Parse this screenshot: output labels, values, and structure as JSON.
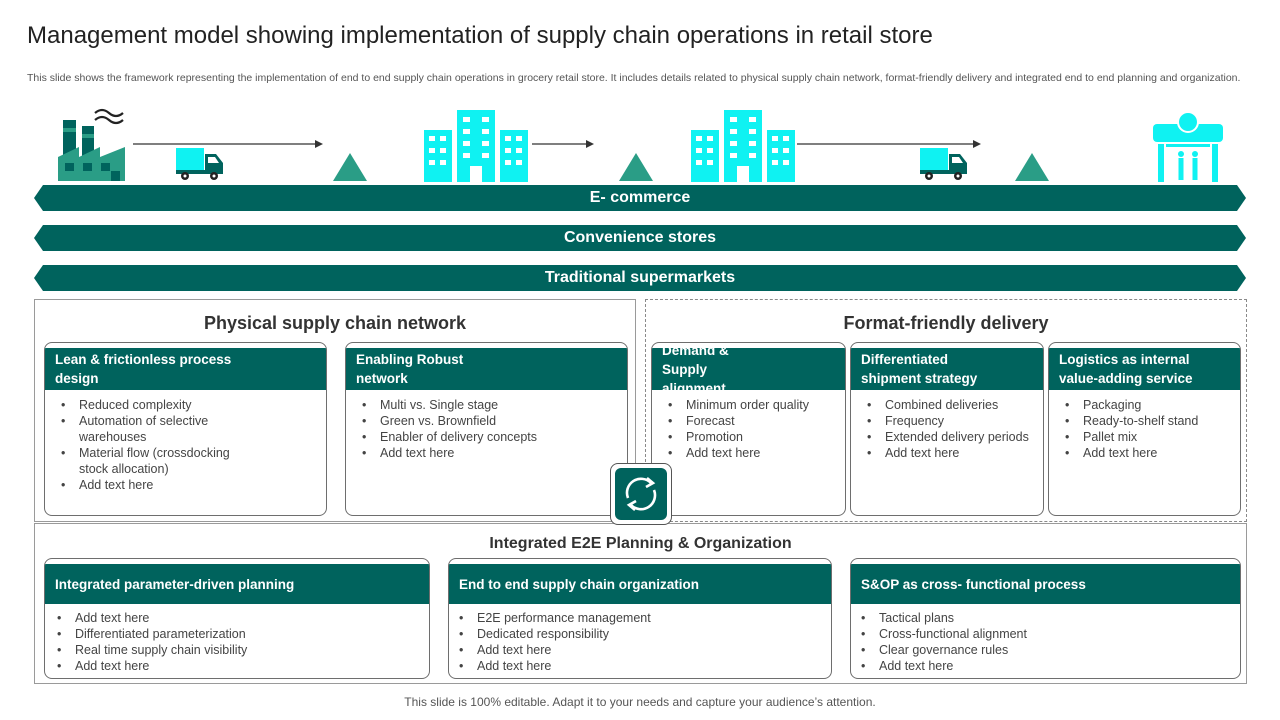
{
  "title": "Management model showing implementation of supply chain operations in retail store",
  "subtitle": "This slide shows the framework representing the implementation of end to end supply chain operations in grocery retail store. It includes details related to physical supply chain network, format-friendly delivery and integrated end to end planning and organization.",
  "colors": {
    "teal": "#00635d",
    "aqua": "#0ff2f2",
    "triangle": "#2a9d86",
    "gray_border": "#9a9a9a"
  },
  "icons": [
    "factory-icon",
    "truck-icon",
    "buildings-icon",
    "store-icon",
    "triangle-icon"
  ],
  "bands": [
    "E- commerce",
    "Convenience stores",
    "Traditional supermarkets"
  ],
  "physical": {
    "title": "Physical supply chain network",
    "cards": [
      {
        "title": "Lean & frictionless process design",
        "items": [
          "Reduced complexity",
          "Automation of selective warehouses",
          "Material flow (crossdocking stock allocation)",
          "Add text here"
        ]
      },
      {
        "title": "Enabling Robust network",
        "items": [
          "Multi vs. Single stage",
          "Green vs. Brownfield",
          "Enabler of delivery concepts",
          "Add text here"
        ]
      }
    ]
  },
  "format": {
    "title": "Format-friendly delivery",
    "cards": [
      {
        "title": "Demand & Supply alignment",
        "items": [
          "Minimum order quality",
          "Forecast",
          "Promotion",
          "Add text here"
        ]
      },
      {
        "title": "Differentiated shipment strategy",
        "items": [
          "Combined deliveries",
          "Frequency",
          "Extended delivery periods",
          "Add text here"
        ]
      },
      {
        "title": "Logistics as internal value-adding service",
        "items": [
          "Packaging",
          "Ready-to-shelf stand",
          "Pallet mix",
          "Add text here"
        ]
      }
    ]
  },
  "integrated": {
    "title": "Integrated E2E Planning & Organization",
    "cards": [
      {
        "title": "Integrated parameter-driven planning",
        "items": [
          "Add text here",
          "Differentiated parameterization",
          "Real time supply chain visibility",
          "Add text here"
        ]
      },
      {
        "title": "End to end supply chain organization",
        "items": [
          "E2E performance management",
          "Dedicated responsibility",
          "Add text here",
          "Add text here"
        ]
      },
      {
        "title": "S&OP as cross- functional process",
        "items": [
          "Tactical plans",
          "Cross-functional alignment",
          "Clear governance rules",
          "Add text here"
        ]
      }
    ]
  },
  "footer": "This slide is 100% editable. Adapt it to your needs and capture your audience’s attention."
}
